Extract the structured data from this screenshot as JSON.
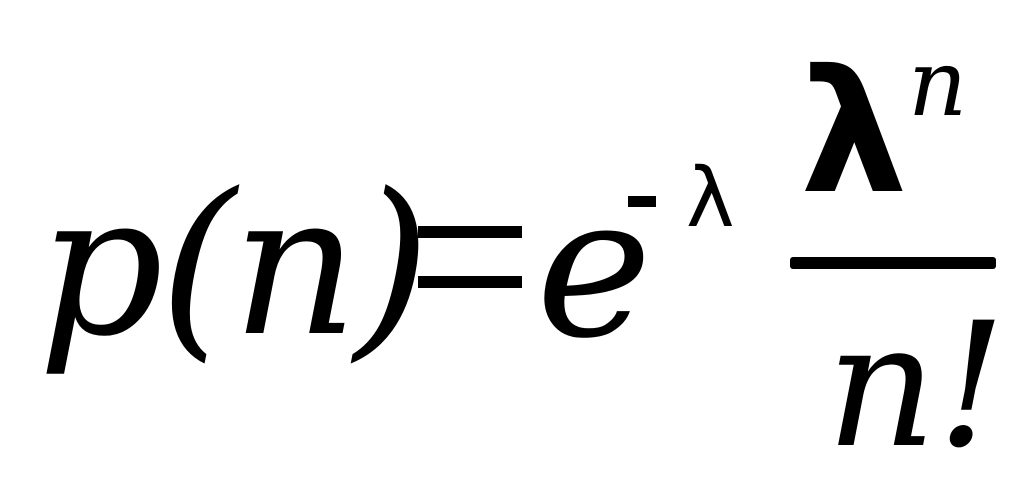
{
  "formula": {
    "lhs": "p(n)",
    "equals": "=",
    "base": "e",
    "exponent_sign": "-",
    "exponent_symbol": "λ",
    "numerator_base": "λ",
    "numerator_exponent": "n",
    "denominator": "n!"
  }
}
